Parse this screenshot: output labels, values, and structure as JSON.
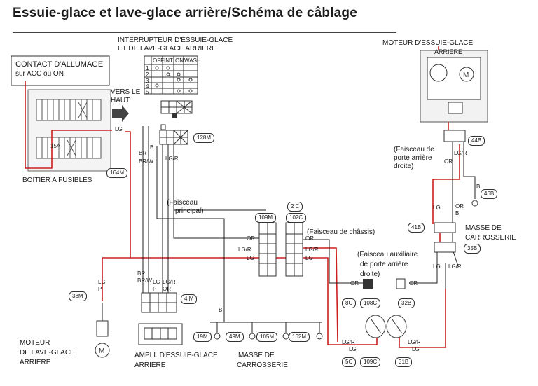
{
  "title": "Essuie-glace et lave-glace arrière/Schéma de câblage",
  "labels": {
    "ignition_line1": "CONTACT D'ALLUMAGE",
    "ignition_line2": "sur ACC ou ON",
    "switch_line1": "INTERRUPTEUR D'ESSUIE-GLACE",
    "switch_line2": "ET DE LAVE-GLACE ARRIERE",
    "vers_line1": "VERS LE",
    "vers_line2": "HAUT",
    "fuse_box": "BOITIER A FUSIBLES",
    "fuse": "15A",
    "wiper_motor_line1": "MOTEUR D'ESSUIE-GLACE",
    "wiper_motor_line2": "ARRIERE",
    "washer_motor_line1": "MOTEUR",
    "washer_motor_line2": "DE LAVE-GLACE",
    "washer_motor_line3": "ARRIERE",
    "amp_line1": "AMPLI. D'ESSUIE-GLACE",
    "amp_line2": "ARRIERE",
    "main_harness_line1": "(Faisceau",
    "main_harness_line2": "principal)",
    "chassis_harness": "(Faisceau de châssis)",
    "aux_harness_line1": "(Faisceau auxiliaire",
    "aux_harness_line2": "de porte arrière",
    "aux_harness_line3": "droite)",
    "door_harness_line1": "(Faisceau de",
    "door_harness_line2": "porte arrière",
    "door_harness_line3": "droite)",
    "body_ground_right_line1": "MASSE DE",
    "body_ground_right_line2": "CARROSSERIE",
    "body_ground_bottom_line1": "MASSE DE",
    "body_ground_bottom_line2": "CARROSSERIE"
  },
  "switch_table": {
    "headers": [
      "OFF",
      "INT",
      "ON",
      "WASH"
    ],
    "rows": [
      "1",
      "2",
      "3",
      "4",
      "5"
    ]
  },
  "connectors": {
    "c164m": "164M",
    "c128m": "128M",
    "c109m": "109M",
    "c2c": "2 C",
    "c102c": "102C",
    "c4m": "4 M",
    "c38m": "38M",
    "c19m": "19M",
    "c49m": "49M",
    "c105m": "105M",
    "c162m": "162M",
    "c8c": "8C",
    "c108c": "108C",
    "c32b": "32B",
    "c5c": "5C",
    "c109c": "109C",
    "c31b": "31B",
    "c44b": "44B",
    "c46b": "46B",
    "c41b": "41B",
    "c35b": "35B"
  },
  "wire_codes": {
    "lg_fuse": "LG",
    "b1": "B",
    "br": "BR",
    "brw": "BR/W",
    "lgr_sw": "LG/R",
    "or_109": "OR",
    "lgr_109": "LG/R",
    "lg_109": "LG",
    "or_c2": "OR",
    "lgr_c2": "LG/R",
    "lg_c2": "LG",
    "or_aux": "OR",
    "or_32b": "OR",
    "lg_38": "LG",
    "p_38": "P",
    "br_amp": "BR",
    "brw_amp": "BR/W",
    "lg_amp": "LG",
    "p_amp": "P",
    "lgr_amp": "LG/R",
    "or_amp": "OR",
    "b_amp": "B",
    "lgr_5c": "LG/R",
    "lg_5c": "LG",
    "lgr_31b": "LG/R",
    "lg_31b": "LG",
    "lgr_44": "LG/R",
    "or_44": "OR",
    "b_46": "B",
    "lg_41": "LG",
    "or_41": "OR",
    "b_41": "B",
    "lg_35": "LG",
    "lgr_35": "LG/R"
  },
  "colors": {
    "wire_red": "#cc1f1f",
    "wire_black": "#222222"
  }
}
